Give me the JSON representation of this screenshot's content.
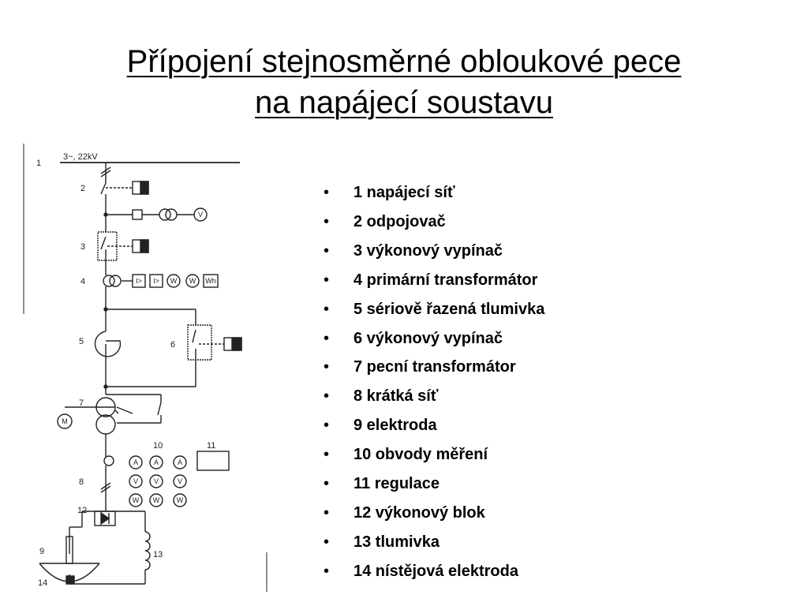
{
  "title": {
    "line1": "Přípojení stejnosměrné obloukové pece",
    "line2": "na napájecí soustavu"
  },
  "diagram": {
    "supply_label": "3~, 22kV",
    "numbers": [
      "1",
      "2",
      "3",
      "4",
      "5",
      "6",
      "7",
      "8",
      "10",
      "11",
      "12",
      "13",
      "9",
      "14"
    ],
    "meter_letters": {
      "v": "V",
      "i": "I>",
      "w": "W",
      "wh": "Wh",
      "a": "A",
      "m": "M"
    }
  },
  "legend": [
    "1 napájecí síť",
    "2 odpojovač",
    "3 výkonový vypínač",
    "4 primární transformátor",
    "5 sériově řazená tlumivka",
    "6 výkonový vypínač",
    "7 pecní transformátor",
    "8 krátká síť",
    "9 elektroda",
    "10 obvody měření",
    "11 regulace",
    "12 výkonový blok",
    "13 tlumivka",
    "14 nístějová elektroda"
  ]
}
